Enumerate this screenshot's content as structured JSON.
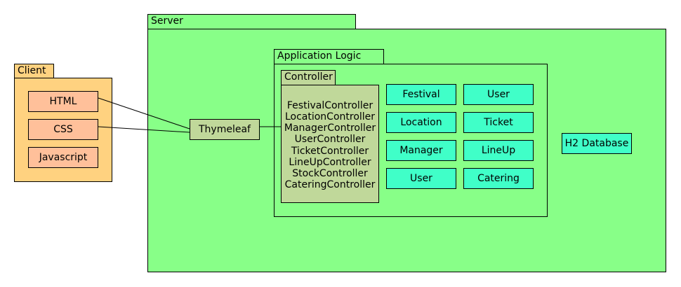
{
  "client": {
    "title": "Client",
    "items": [
      "HTML",
      "CSS",
      "Javascript"
    ]
  },
  "server": {
    "title": "Server",
    "thymeleaf": "Thymeleaf",
    "database": "H2 Database",
    "app_logic": {
      "title": "Application Logic",
      "controller": {
        "title": "Controller",
        "items": [
          "FestivalController",
          "LocationController",
          "ManagerController",
          "UserController",
          "TicketController",
          "LineUpController",
          "StockController",
          "CateringController"
        ]
      },
      "entities": [
        "Festival",
        "User",
        "Location",
        "Ticket",
        "Manager",
        "LineUp",
        "User",
        "Catering"
      ]
    }
  },
  "colors": {
    "server": "#88ff88",
    "client": "#ffd280",
    "client_item": "#ffc09a",
    "controller": "#c0d89a",
    "entity": "#40ffc8"
  }
}
